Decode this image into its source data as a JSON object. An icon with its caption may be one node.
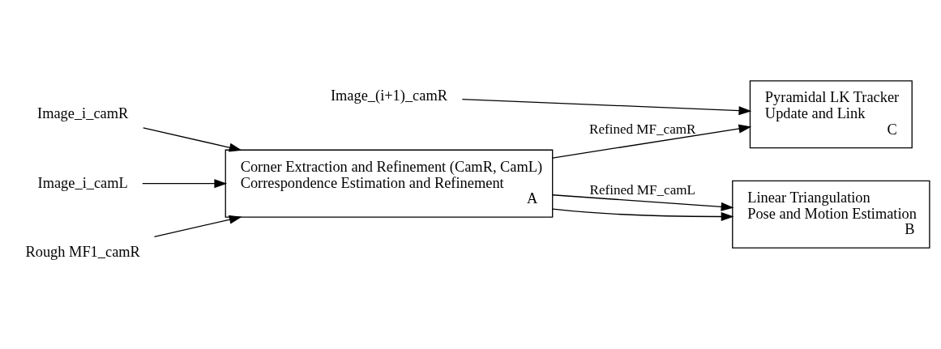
{
  "diagram": {
    "nodes": [
      {
        "text": [
          "Corner Extraction and Refinement (CamR, CamL)",
          "Correspondence Estimation and Refinement",
          "A"
        ]
      },
      {
        "text": [
          "Linear Triangulation",
          "Pose and Motion Estimation",
          "B"
        ]
      },
      {
        "text": [
          "Pyramidal LK Tracker",
          "Update and Link",
          "C"
        ]
      },
      {
        "text": [
          "Image_i_camR"
        ]
      },
      {
        "text": [
          "Image_i_camL"
        ]
      },
      {
        "text": [
          "Rough MF1_camR"
        ]
      },
      {
        "text": [
          "Image_(i+1)_camR"
        ]
      }
    ],
    "edges": [
      {
        "from": 3,
        "to": 0,
        "arrow": "to"
      },
      {
        "from": 4,
        "to": 0,
        "arrow": "to"
      },
      {
        "from": 5,
        "to": 0,
        "arrow": "to"
      },
      {
        "from": 0,
        "to": 1,
        "arrow": "to",
        "label": "Refined MF_camL"
      },
      {
        "from": 0,
        "to": 1,
        "arrow": "to"
      },
      {
        "from": 0,
        "to": 2,
        "arrow": "to",
        "label": "Refined MF_camR"
      },
      {
        "from": 6,
        "to": 2,
        "arrow": "to"
      }
    ]
  }
}
